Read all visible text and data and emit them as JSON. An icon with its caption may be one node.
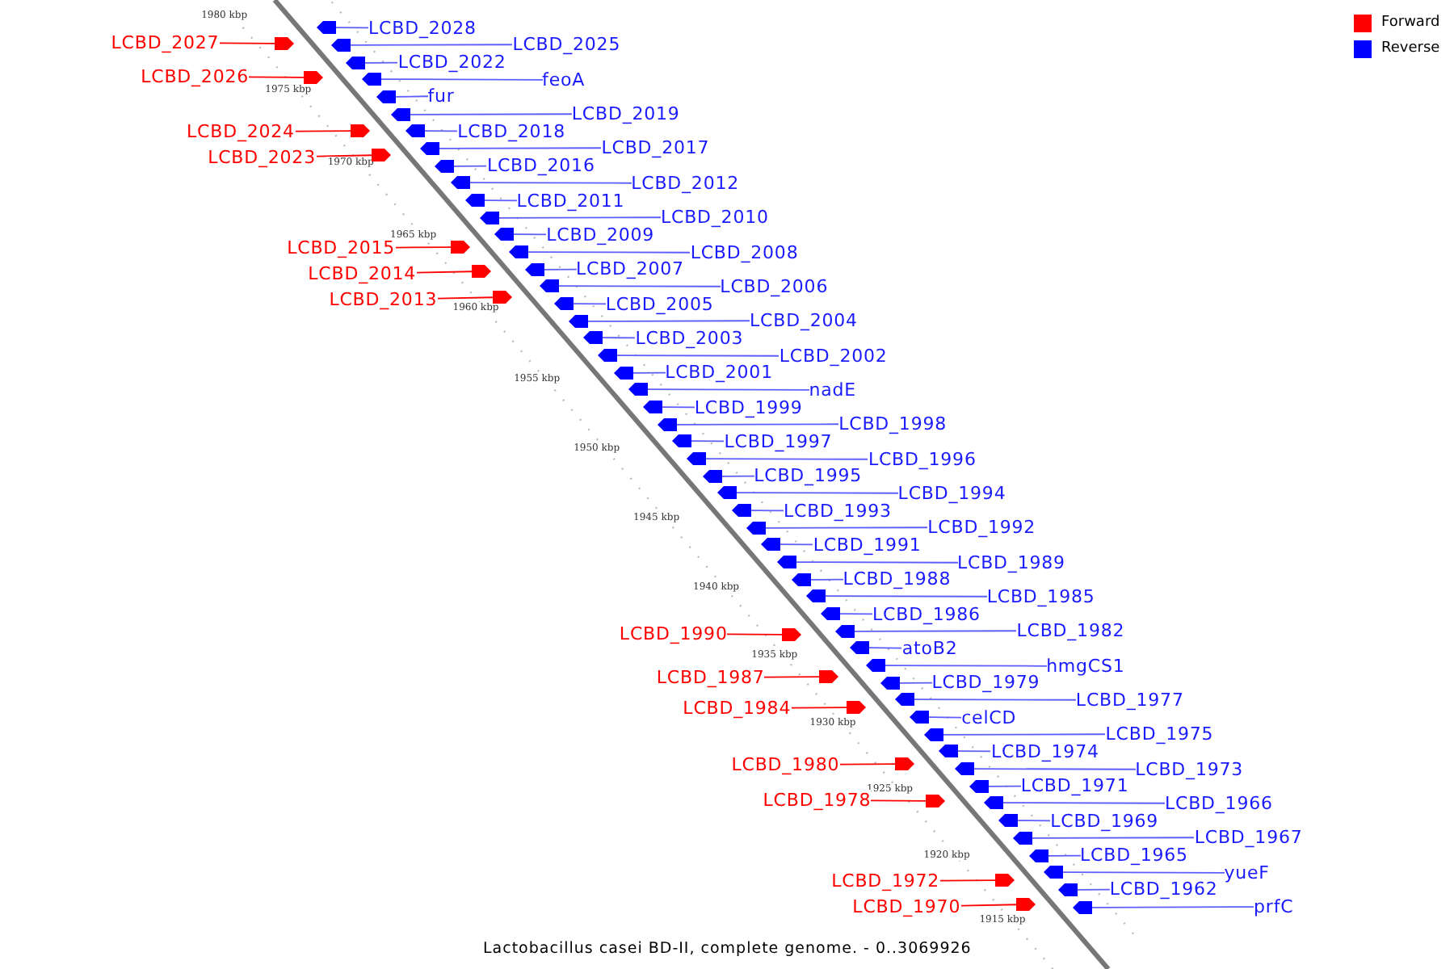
{
  "diagram": {
    "caption": "Lactobacillus casei BD-II, complete genome. - 0..3069926",
    "nodes": [
      {
        "text": [
          "fur"
        ]
      },
      {
        "text": [
          "LCBD_2028"
        ]
      },
      {
        "text": [
          "LCBD_2019"
        ]
      },
      {
        "text": [
          "LCBD_2027"
        ]
      },
      {
        "text": [
          "LCBD_2018"
        ]
      },
      {
        "text": [
          "LCBD_2026"
        ]
      },
      {
        "text": [
          "LCBD_2017"
        ]
      },
      {
        "text": [
          "LCBD_2025"
        ]
      },
      {
        "text": [
          "LCBD_2016"
        ]
      },
      {
        "text": [
          "LCBD_2024"
        ]
      },
      {
        "text": [
          "LCBD_2012"
        ]
      },
      {
        "text": [
          "LCBD_2023"
        ]
      },
      {
        "text": [
          "LCBD_2011"
        ]
      },
      {
        "text": [
          "LCBD_2022"
        ]
      },
      {
        "text": [
          "LCBD_2010"
        ]
      },
      {
        "text": [
          "feoA"
        ]
      },
      {
        "text": [
          "LCBD_2009"
        ]
      },
      {
        "text": [
          "LCBD_2008"
        ]
      },
      {
        "text": [
          "LCBD_2015"
        ]
      },
      {
        "text": [
          "LCBD_2007"
        ]
      },
      {
        "text": [
          "LCBD_2014"
        ]
      },
      {
        "text": [
          "LCBD_2003"
        ]
      },
      {
        "text": [
          "LCBD_2006"
        ]
      },
      {
        "text": [
          "LCBD_2002"
        ]
      },
      {
        "text": [
          "LCBD_2013"
        ]
      },
      {
        "text": [
          "LCBD_2005"
        ]
      },
      {
        "text": [
          "LCBD_2001"
        ]
      },
      {
        "text": [
          "LCBD_2004"
        ]
      },
      {
        "text": [
          "nadE"
        ]
      },
      {
        "text": [
          "LCBD_1996"
        ]
      },
      {
        "text": [
          "LCBD_1995"
        ]
      },
      {
        "text": [
          "LCBD_1994"
        ]
      },
      {
        "text": [
          "LCBD_1999"
        ]
      },
      {
        "text": [
          "LCBD_1993"
        ]
      },
      {
        "text": [
          "LCBD_1998"
        ]
      },
      {
        "text": [
          "LCBD_1992"
        ]
      },
      {
        "text": [
          "LCBD_1997"
        ]
      },
      {
        "text": [
          "LCBD_1991"
        ]
      },
      {
        "text": [
          "LCBD_1988"
        ]
      },
      {
        "text": [
          "LCBD_1985"
        ]
      },
      {
        "text": [
          "LCBD_1989"
        ]
      },
      {
        "text": [
          "LCBD_1982"
        ]
      },
      {
        "text": [
          "LCBD_1986"
        ]
      },
      {
        "text": [
          "LCBD_1977"
        ]
      },
      {
        "text": [
          "hmgCS1"
        ]
      },
      {
        "text": [
          "atoB2"
        ]
      },
      {
        "text": [
          "celCD"
        ]
      },
      {
        "text": [
          "LCBD_1975"
        ]
      },
      {
        "text": [
          "LCBD_1990"
        ]
      },
      {
        "text": [
          "LCBD_1974"
        ]
      },
      {
        "text": [
          "LCBD_1979"
        ]
      },
      {
        "text": [
          "LCBD_1973"
        ]
      },
      {
        "text": [
          "LCBD_1987"
        ]
      },
      {
        "text": [
          "LCBD_1971"
        ]
      },
      {
        "text": [
          "LCBD_1984"
        ]
      },
      {
        "text": [
          "LCBD_1966"
        ]
      },
      {
        "text": [
          "LCBD_1969"
        ]
      },
      {
        "text": [
          "LCBD_1980"
        ]
      },
      {
        "text": [
          "LCBD_1967"
        ]
      },
      {
        "text": [
          "LCBD_1978"
        ]
      },
      {
        "text": [
          "LCBD_1965"
        ]
      },
      {
        "text": [
          "yueF"
        ]
      },
      {
        "text": [
          "LCBD_1972"
        ]
      },
      {
        "text": [
          "LCBD_1962"
        ]
      },
      {
        "text": [
          "LCBD_1970"
        ]
      },
      {
        "text": [
          "prfC"
        ]
      },
      {
        "text": [],
        "shape": "arrow"
      },
      {
        "text": [],
        "shape": "arrow"
      },
      {
        "text": [],
        "shape": "arrow"
      },
      {
        "text": [],
        "shape": "arrow"
      },
      {
        "text": [],
        "shape": "arrow"
      },
      {
        "text": [],
        "shape": "arrow"
      },
      {
        "text": [],
        "shape": "arrow"
      },
      {
        "text": [],
        "shape": "arrow"
      },
      {
        "text": [],
        "shape": "arrow"
      },
      {
        "text": [],
        "shape": "arrow"
      },
      {
        "text": [],
        "shape": "arrow"
      },
      {
        "text": [],
        "shape": "arrow"
      },
      {
        "text": [],
        "shape": "arrow"
      },
      {
        "text": [],
        "shape": "arrow"
      },
      {
        "text": [],
        "shape": "arrow"
      },
      {
        "text": [],
        "shape": "arrow"
      },
      {
        "text": [],
        "shape": "arrow"
      },
      {
        "text": [],
        "shape": "arrow"
      },
      {
        "text": [],
        "shape": "arrow"
      },
      {
        "text": [],
        "shape": "arrow"
      },
      {
        "text": [],
        "shape": "arrow"
      },
      {
        "text": [],
        "shape": "arrow"
      },
      {
        "text": [],
        "shape": "arrow"
      },
      {
        "text": [],
        "shape": "arrow"
      },
      {
        "text": [],
        "shape": "arrow"
      },
      {
        "text": [],
        "shape": "arrow"
      },
      {
        "text": [],
        "shape": "arrow"
      },
      {
        "text": [],
        "shape": "arrow"
      },
      {
        "text": [],
        "shape": "arrow"
      },
      {
        "text": [],
        "shape": "arrow"
      },
      {
        "text": [],
        "shape": "arrow"
      },
      {
        "text": [],
        "shape": "arrow"
      },
      {
        "text": [],
        "shape": "arrow"
      },
      {
        "text": [],
        "shape": "arrow"
      },
      {
        "text": [],
        "shape": "arrow"
      },
      {
        "text": [],
        "shape": "arrow"
      },
      {
        "text": [],
        "shape": "arrow"
      },
      {
        "text": [],
        "shape": "arrow"
      },
      {
        "text": [],
        "shape": "arrow"
      },
      {
        "text": [],
        "shape": "arrow"
      },
      {
        "text": [],
        "shape": "arrow"
      },
      {
        "text": [],
        "shape": "arrow"
      },
      {
        "text": [],
        "shape": "arrow"
      },
      {
        "text": [],
        "shape": "arrow"
      },
      {
        "text": [],
        "shape": "arrow"
      },
      {
        "text": [],
        "shape": "arrow"
      },
      {
        "text": [],
        "shape": "arrow"
      },
      {
        "text": [],
        "shape": "arrow"
      },
      {
        "text": [],
        "shape": "arrow"
      },
      {
        "text": [],
        "shape": "arrow"
      },
      {
        "text": [],
        "shape": "arrow"
      },
      {
        "text": [],
        "shape": "arrow"
      },
      {
        "text": [],
        "shape": "arrow"
      },
      {
        "text": [],
        "shape": "arrow"
      },
      {
        "text": [],
        "shape": "arrow"
      },
      {
        "text": [],
        "shape": "arrow"
      },
      {
        "text": [],
        "shape": "arrow"
      },
      {
        "text": [],
        "shape": "arrow"
      },
      {
        "text": [],
        "shape": "arrow"
      },
      {
        "text": [],
        "shape": "arrow"
      },
      {
        "text": [],
        "shape": "arrow"
      },
      {
        "text": [],
        "shape": "arrow"
      },
      {
        "text": [],
        "shape": "arrow"
      },
      {
        "text": [],
        "shape": "arrow"
      },
      {
        "text": [],
        "shape": "arrow"
      },
      {
        "text": [],
        "shape": "arrow"
      }
    ],
    "edges": [
      {
        "from": 0,
        "to": 66,
        "arrow": "none"
      },
      {
        "from": 1,
        "to": 67,
        "arrow": "none"
      },
      {
        "from": 2,
        "to": 68,
        "arrow": "none"
      },
      {
        "from": 3,
        "to": 69,
        "arrow": "none",
        "color": "#ff0000"
      },
      {
        "from": 4,
        "to": 70,
        "arrow": "none"
      },
      {
        "from": 5,
        "to": 71,
        "arrow": "none",
        "color": "#ff0000"
      },
      {
        "from": 6,
        "to": 72,
        "arrow": "none"
      },
      {
        "from": 7,
        "to": 73,
        "arrow": "none"
      },
      {
        "from": 8,
        "to": 74,
        "arrow": "none"
      },
      {
        "from": 9,
        "to": 75,
        "arrow": "none",
        "color": "#ff0000"
      },
      {
        "from": 10,
        "to": 76,
        "arrow": "none"
      },
      {
        "from": 11,
        "to": 77,
        "arrow": "none",
        "color": "#ff0000"
      },
      {
        "from": 12,
        "to": 78,
        "arrow": "none"
      },
      {
        "from": 13,
        "to": 79,
        "arrow": "none"
      },
      {
        "from": 14,
        "to": 80,
        "arrow": "none"
      },
      {
        "from": 15,
        "to": 81,
        "arrow": "none"
      },
      {
        "from": 16,
        "to": 82,
        "arrow": "none"
      },
      {
        "from": 17,
        "to": 83,
        "arrow": "none"
      },
      {
        "from": 18,
        "to": 84,
        "arrow": "none",
        "color": "#ff0000"
      },
      {
        "from": 19,
        "to": 85,
        "arrow": "none"
      },
      {
        "from": 20,
        "to": 86,
        "arrow": "none",
        "color": "#ff0000"
      },
      {
        "from": 21,
        "to": 87,
        "arrow": "none"
      },
      {
        "from": 22,
        "to": 88,
        "arrow": "none"
      },
      {
        "from": 23,
        "to": 89,
        "arrow": "none"
      },
      {
        "from": 24,
        "to": 90,
        "arrow": "none",
        "color": "#ff0000"
      },
      {
        "from": 25,
        "to": 91,
        "arrow": "none"
      },
      {
        "from": 26,
        "to": 92,
        "arrow": "none"
      },
      {
        "from": 27,
        "to": 93,
        "arrow": "none"
      },
      {
        "from": 28,
        "to": 94,
        "arrow": "none"
      },
      {
        "from": 29,
        "to": 95,
        "arrow": "none"
      },
      {
        "from": 30,
        "to": 96,
        "arrow": "none"
      },
      {
        "from": 31,
        "to": 97,
        "arrow": "none"
      },
      {
        "from": 32,
        "to": 98,
        "arrow": "none"
      },
      {
        "from": 33,
        "to": 99,
        "arrow": "none"
      },
      {
        "from": 34,
        "to": 100,
        "arrow": "none"
      },
      {
        "from": 35,
        "to": 101,
        "arrow": "none"
      },
      {
        "from": 36,
        "to": 102,
        "arrow": "none"
      },
      {
        "from": 37,
        "to": 103,
        "arrow": "none"
      },
      {
        "from": 38,
        "to": 104,
        "arrow": "none"
      },
      {
        "from": 39,
        "to": 105,
        "arrow": "none"
      },
      {
        "from": 40,
        "to": 106,
        "arrow": "none"
      },
      {
        "from": 41,
        "to": 107,
        "arrow": "none"
      },
      {
        "from": 42,
        "to": 108,
        "arrow": "none"
      },
      {
        "from": 43,
        "to": 109,
        "arrow": "none"
      },
      {
        "from": 44,
        "to": 110,
        "arrow": "none"
      },
      {
        "from": 45,
        "to": 111,
        "arrow": "none"
      },
      {
        "from": 46,
        "to": 112,
        "arrow": "none"
      },
      {
        "from": 47,
        "to": 113,
        "arrow": "none"
      },
      {
        "from": 48,
        "to": 114,
        "arrow": "none",
        "color": "#ff0000"
      },
      {
        "from": 49,
        "to": 115,
        "arrow": "none"
      },
      {
        "from": 50,
        "to": 116,
        "arrow": "none"
      },
      {
        "from": 51,
        "to": 117,
        "arrow": "none"
      },
      {
        "from": 52,
        "to": 118,
        "arrow": "none",
        "color": "#ff0000"
      },
      {
        "from": 53,
        "to": 119,
        "arrow": "none"
      },
      {
        "from": 54,
        "to": 120,
        "arrow": "none",
        "color": "#ff0000"
      },
      {
        "from": 55,
        "to": 121,
        "arrow": "none"
      },
      {
        "from": 56,
        "to": 122,
        "arrow": "none"
      },
      {
        "from": 57,
        "to": 123,
        "arrow": "none",
        "color": "#ff0000"
      },
      {
        "from": 58,
        "to": 124,
        "arrow": "none"
      },
      {
        "from": 59,
        "to": 125,
        "arrow": "none",
        "color": "#ff0000"
      },
      {
        "from": 60,
        "to": 126,
        "arrow": "none"
      },
      {
        "from": 61,
        "to": 127,
        "arrow": "none"
      },
      {
        "from": 62,
        "to": 128,
        "arrow": "none",
        "color": "#ff0000"
      },
      {
        "from": 63,
        "to": 129,
        "arrow": "none"
      },
      {
        "from": 64,
        "to": 130,
        "arrow": "none",
        "color": "#ff0000"
      },
      {
        "from": 65,
        "to": 131,
        "arrow": "none"
      }
    ],
    "labels": [
      "1980 kbp",
      "1975 kbp",
      "1970 kbp",
      "1965 kbp",
      "1960 kbp",
      "1955 kbp",
      "1950 kbp",
      "1945 kbp",
      "1940 kbp",
      "1935 kbp",
      "1930 kbp",
      "1925 kbp",
      "1920 kbp",
      "1915 kbp"
    ],
    "legend": [
      {
        "text": "Forward",
        "color": "#ff0000"
      },
      {
        "text": "Reverse",
        "color": "#0000ff"
      }
    ]
  }
}
